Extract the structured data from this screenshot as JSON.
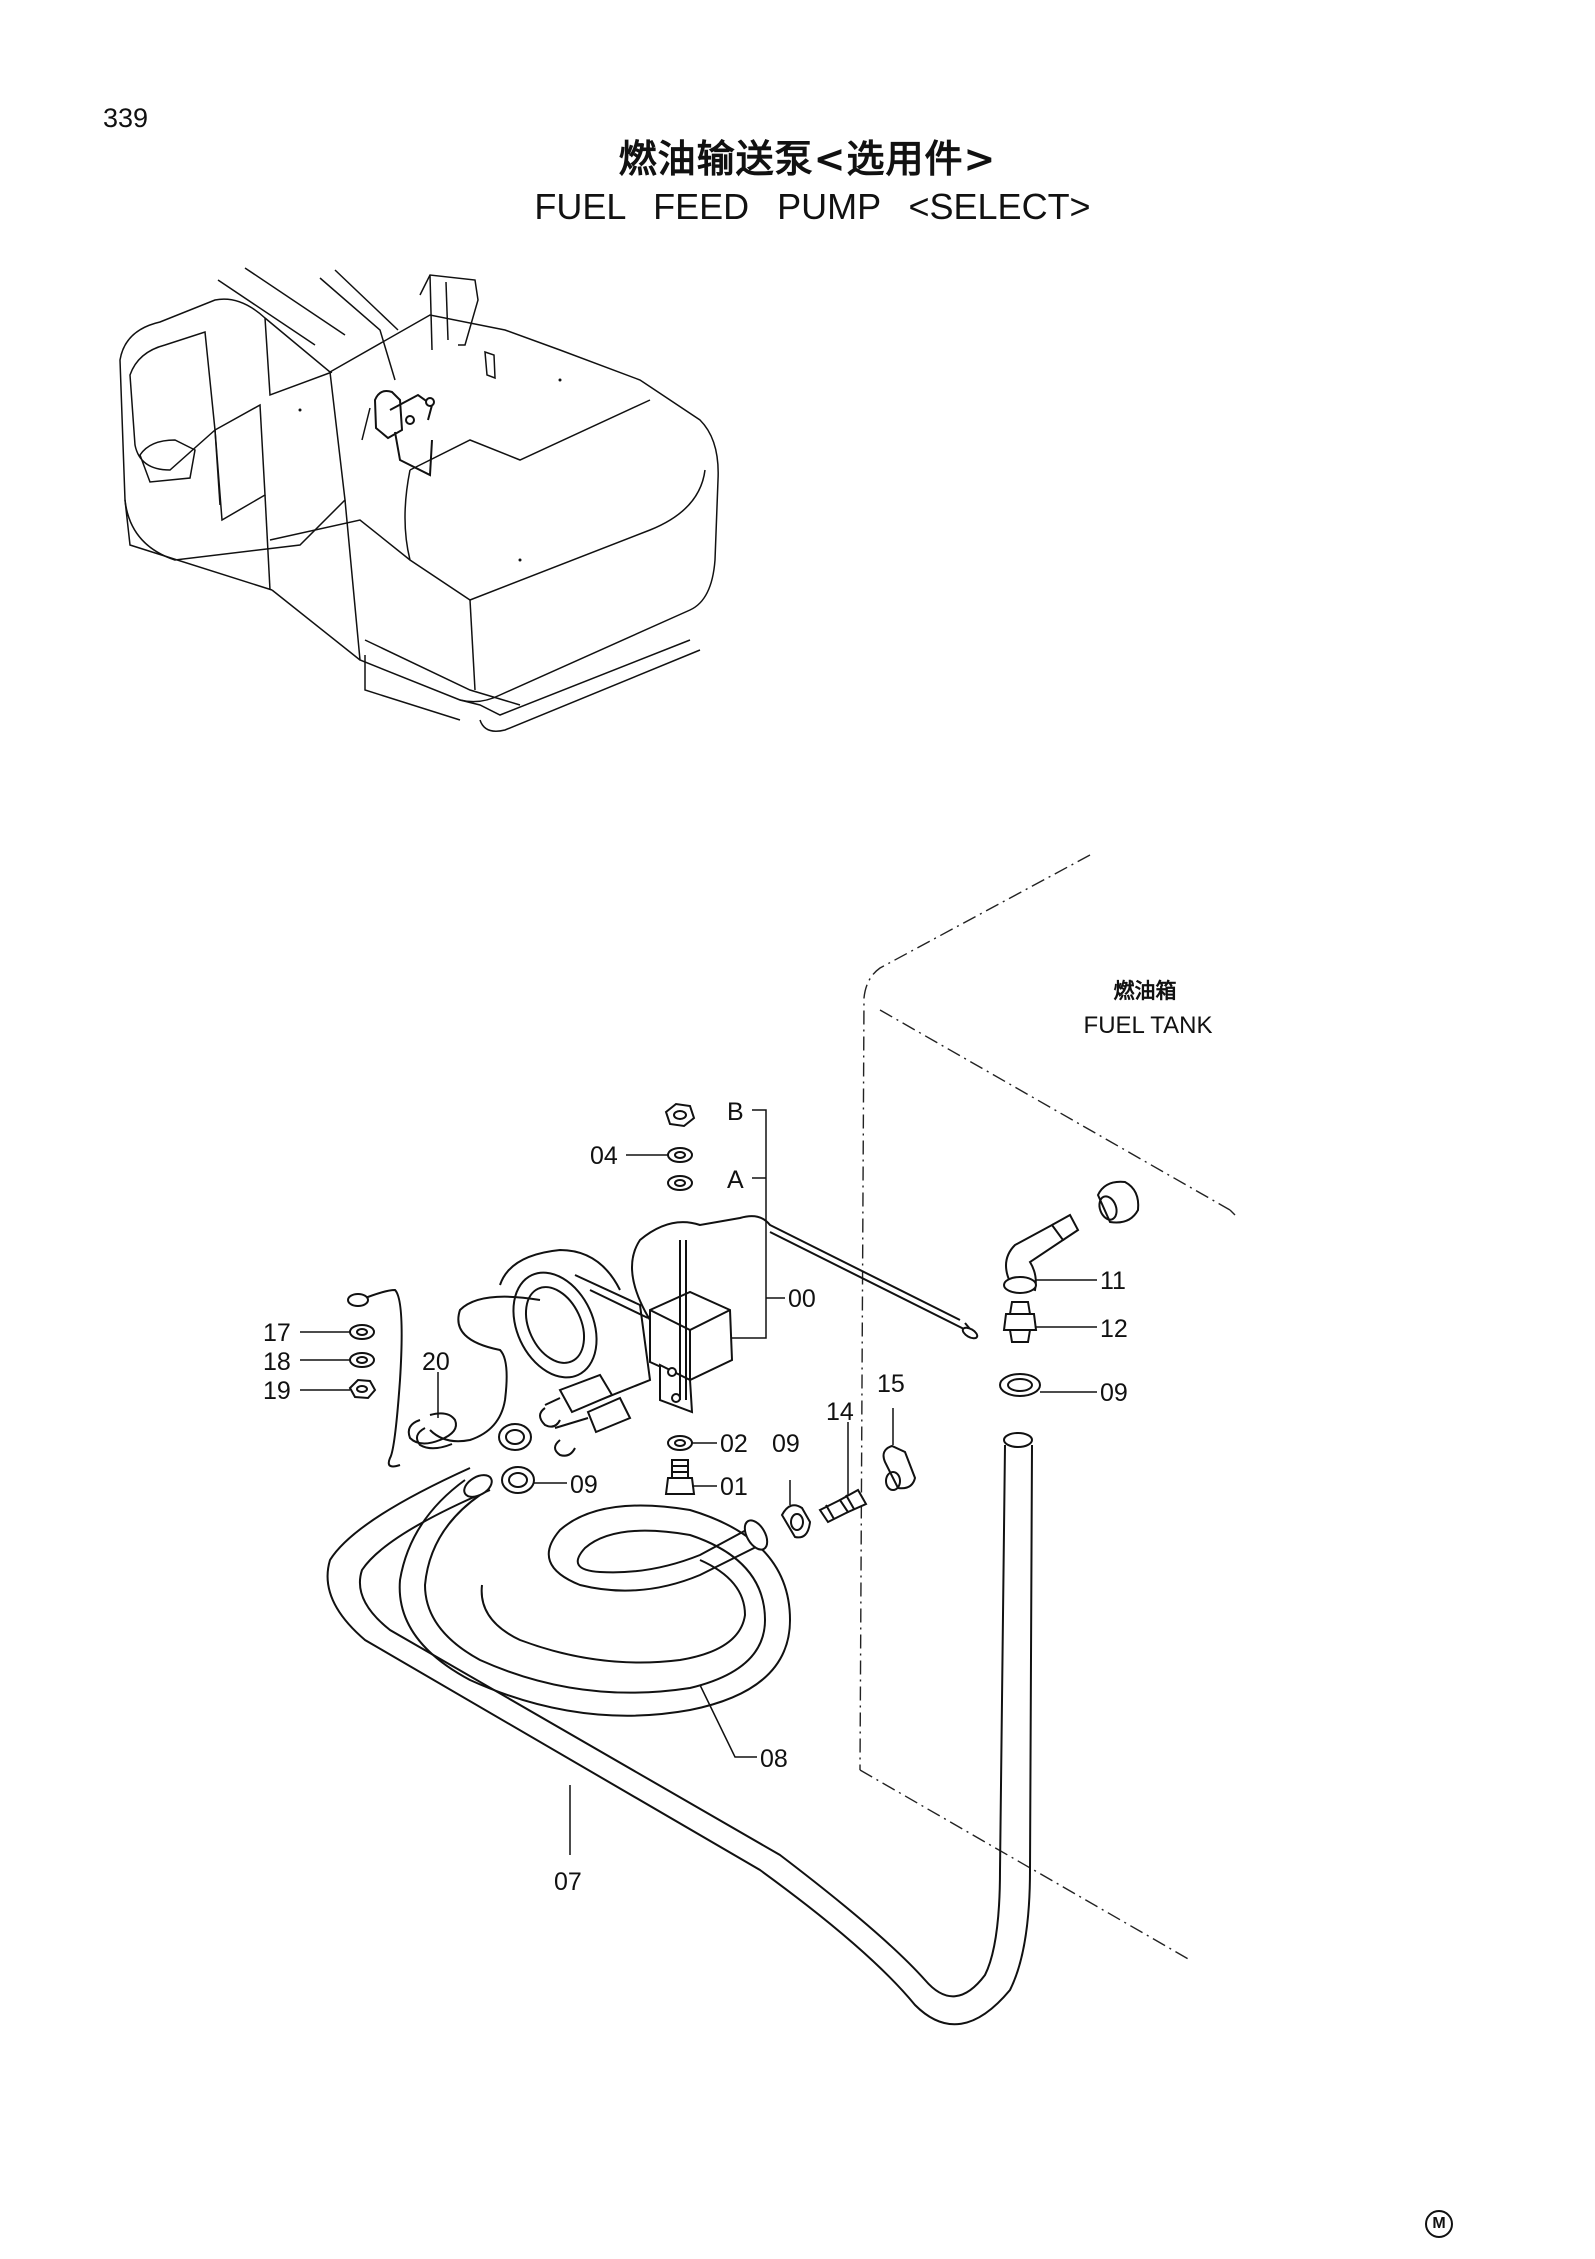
{
  "page": {
    "number": "339"
  },
  "title": {
    "cn": "燃油输送泵<选用件>",
    "en": "FUEL FEED PUMP <SELECT>"
  },
  "fuel_tank": {
    "cn": "燃油箱",
    "en": "FUEL TANK"
  },
  "callouts": {
    "B": "B",
    "A": "A",
    "p00": "00",
    "p01": "01",
    "p02": "02",
    "p04": "04",
    "p07": "07",
    "p08": "08",
    "p09_right": "09",
    "p09_mid": "09",
    "p09_left": "09",
    "p11": "11",
    "p12": "12",
    "p14": "14",
    "p15": "15",
    "p17": "17",
    "p18": "18",
    "p19": "19",
    "p20": "20"
  },
  "mark": "M"
}
